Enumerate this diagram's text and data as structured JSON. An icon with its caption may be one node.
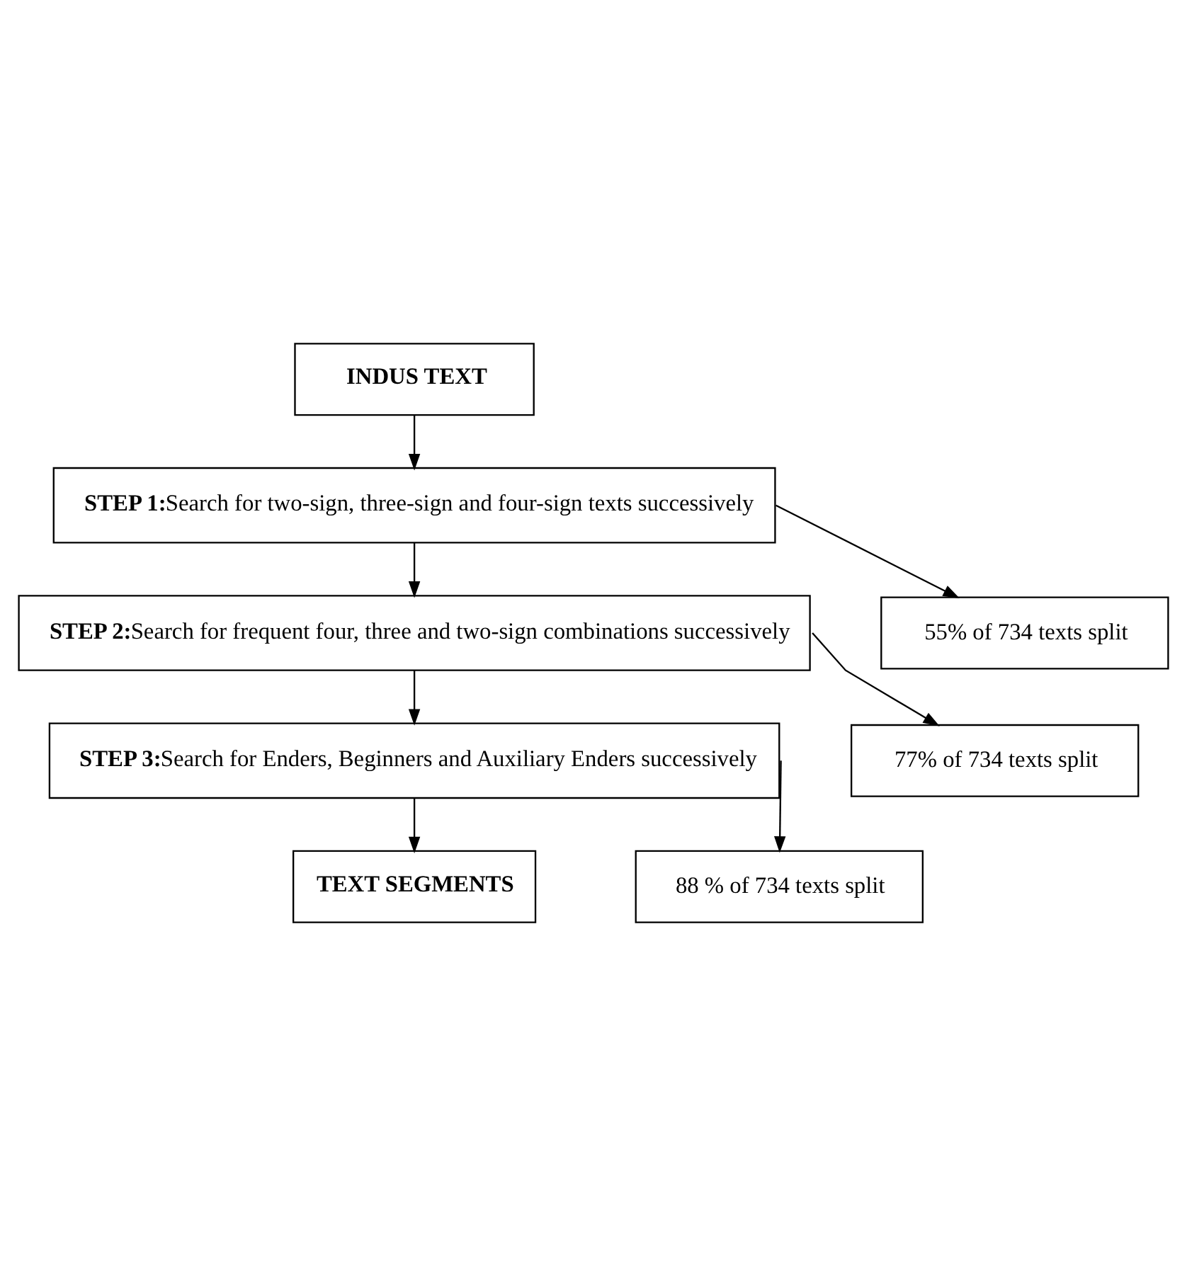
{
  "diagram": {
    "nodes": [
      {
        "text": [
          "INDUS TEXT"
        ]
      },
      {
        "text": [
          "STEP 1:",
          "Search for two-sign, three-sign and four-sign texts successively"
        ]
      },
      {
        "text": [
          "55% of 734 texts split"
        ]
      },
      {
        "text": [
          "STEP 2:",
          "Search for frequent four, three and two-sign combinations successively"
        ]
      },
      {
        "text": [
          "77% of 734 texts split"
        ]
      },
      {
        "text": [
          "STEP 3:",
          "Search for Enders, Beginners and Auxiliary Enders successively"
        ]
      },
      {
        "text": [
          "88 % of 734 texts split"
        ]
      },
      {
        "text": [
          "TEXT SEGMENTS"
        ]
      }
    ],
    "edges": [
      {
        "from": 0,
        "to": 1,
        "arrow": "to"
      },
      {
        "from": 1,
        "to": 2,
        "arrow": "to"
      },
      {
        "from": 1,
        "to": 3,
        "arrow": "to"
      },
      {
        "from": 3,
        "to": 4,
        "arrow": "to"
      },
      {
        "from": 3,
        "to": 5,
        "arrow": "to"
      },
      {
        "from": 5,
        "to": 6,
        "arrow": "to"
      },
      {
        "from": 5,
        "to": 7,
        "arrow": "to"
      }
    ]
  }
}
